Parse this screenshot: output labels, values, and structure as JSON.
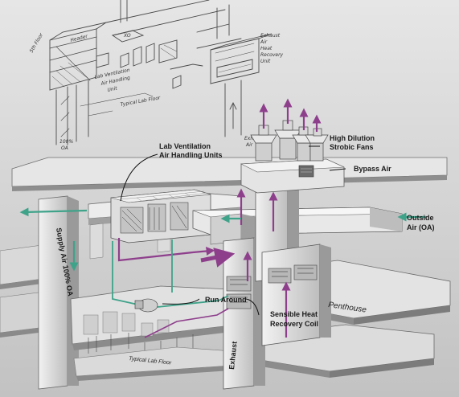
{
  "labels": {
    "lab_ventilation": [
      "Lab Ventilation",
      "Air Handling Units"
    ],
    "high_dilution": [
      "High Dilution",
      "Strobic Fans"
    ],
    "bypass_air": "Bypass Air",
    "outside_air": [
      "Outside",
      "Air (OA)"
    ],
    "supply_air": "Supply Air 100% OA",
    "run_around": "Run Around",
    "sensible_heat": [
      "Sensible Heat",
      "Recovery Coil"
    ],
    "exhaust": "Exhaust",
    "penthouse": "Penthouse",
    "typical_lab_floor": "Typical Lab Floor"
  },
  "sketch": {
    "header": "Header",
    "floor_left": "5th Floor",
    "lab_vent_note": [
      "Lab Ventilation",
      "Air Handling",
      "Unit"
    ],
    "exhaust_note": [
      "Exhaust",
      "Air",
      "Heat",
      "Recovery",
      "Unit"
    ],
    "typical_lab_floor": "Typical Lab Floor",
    "oa_note": [
      "100%",
      "OA"
    ],
    "exhaust_bottom": [
      "Exhaust",
      "Air"
    ],
    "xo_mark": "XO"
  },
  "colors": {
    "background": "#d4d4d4",
    "structure": "#e3e3e3",
    "structure_dark": "#8e8e8e",
    "exhaust_flow": "#8e3f8c",
    "supply_flow": "#3fa38a"
  }
}
